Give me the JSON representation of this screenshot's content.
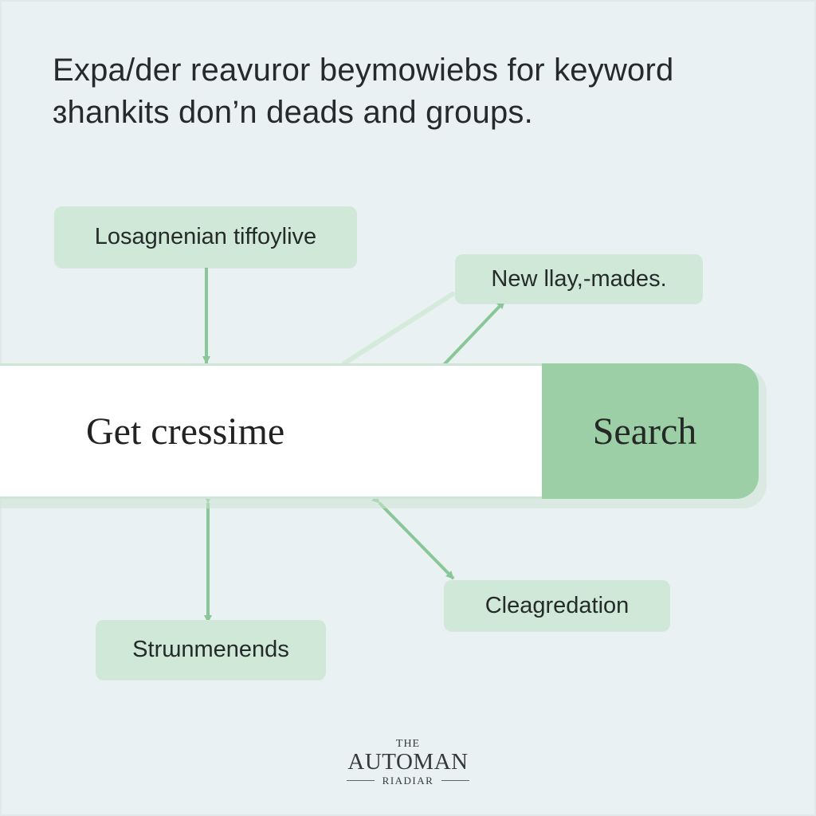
{
  "headline": {
    "line1": "Expa/der reavuror beymowiebs for keyword",
    "line2": "ɜhankits don’n deads and groups."
  },
  "nodes": {
    "top_left": "Losagnenian tiffoylive",
    "top_right": "New llay,-mades.",
    "bottom_left": "Strɯnmenends",
    "bottom_right": "Cleagredation"
  },
  "search": {
    "input_value": "Get cressime",
    "button_label": "Search"
  },
  "logo": {
    "top": "THE",
    "main": "AUTOMAN",
    "bottom": "RIADIAR"
  },
  "colors": {
    "background": "#e9f1f3",
    "node_fill": "#cfe8d7",
    "connector": "#89c796",
    "button": "#9ccfa6",
    "text": "#262a2c"
  }
}
